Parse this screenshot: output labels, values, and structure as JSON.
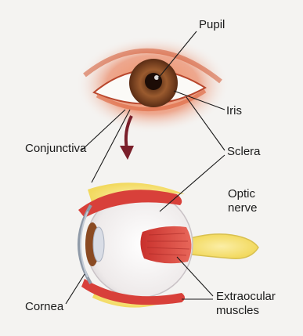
{
  "labels": {
    "pupil": "Pupil",
    "iris": "Iris",
    "conjunctiva": "Conjunctiva",
    "sclera": "Sclera",
    "optic_nerve_line1": "Optic",
    "optic_nerve_line2": "nerve",
    "cornea": "Cornea",
    "extraocular_line1": "Extraocular",
    "extraocular_line2": "muscles"
  },
  "colors": {
    "background": "#f4f3f1",
    "lid_glow": "#e0603a",
    "iris": "#8a4a22",
    "pupil": "#1c0c06",
    "sclera": "#fbfaf7",
    "muscle": "#d8403a",
    "optic_nerve": "#f0dc78",
    "arrow": "#7a1f2a",
    "leader_lines": "#1a1a1a"
  }
}
